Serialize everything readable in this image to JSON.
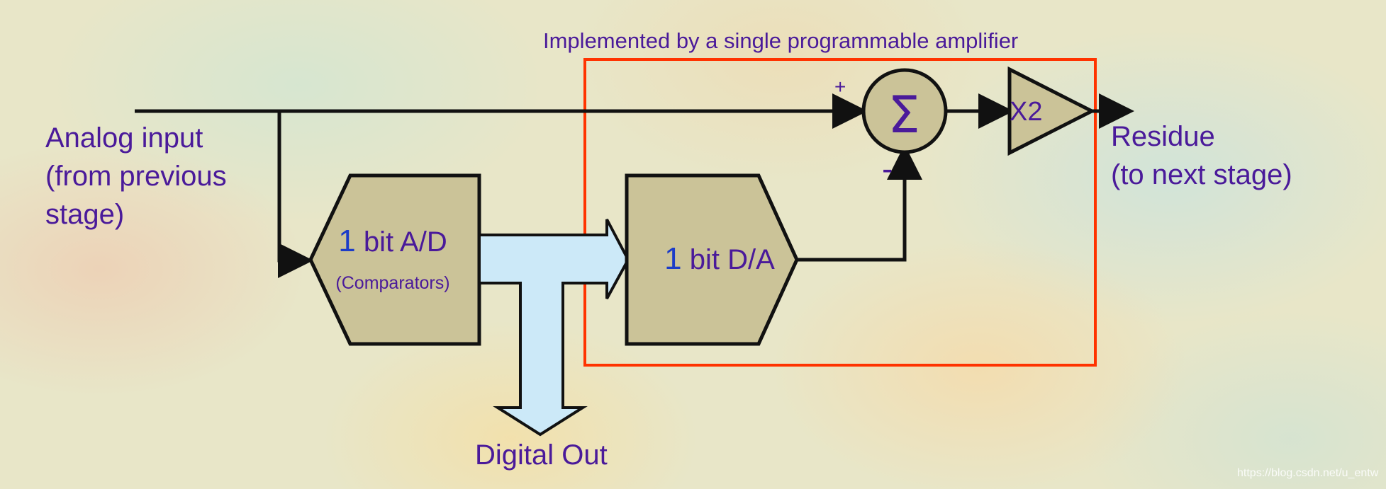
{
  "colors": {
    "block_fill": "#cbc398",
    "stroke": "#111111",
    "text": "#4a1a9a",
    "number_blue": "#1c3cc8",
    "bus_fill": "#cce9f8",
    "amp_border": "#ff3300"
  },
  "labels": {
    "amplifier_note": "Implemented by a single programmable amplifier",
    "analog_line1": "Analog input",
    "analog_line2": "(from previous",
    "analog_line3": "stage)",
    "residue_line1": "Residue",
    "residue_line2": "(to next stage)",
    "digital_out": "Digital Out",
    "adc_num": "1",
    "adc_text": " bit A/D",
    "adc_sub": "(Comparators)",
    "dac_num": "1",
    "dac_text": " bit D/A",
    "sum_plus": "+",
    "sum_minus": "-",
    "sum_symbol": "Σ",
    "gain": "X2"
  },
  "watermark": "https://blog.csdn.net/u_entw"
}
